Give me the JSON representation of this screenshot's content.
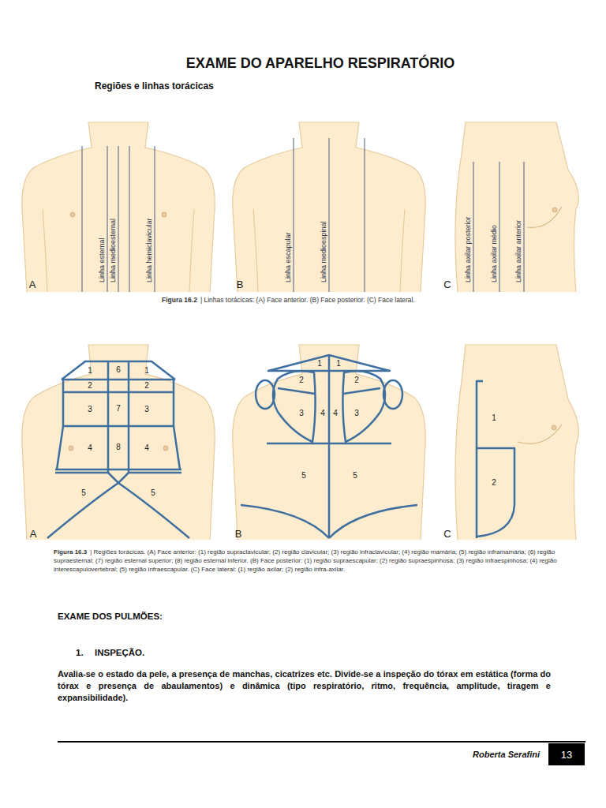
{
  "diagram": {
    "title": "EXAME DO APARELHO RESPIRATÓRIO",
    "nodes": [
      {
        "text": [
          "13"
        ]
      }
    ],
    "labels": [
      "Regiões e linhas torácicas",
      "Linha esternal",
      "Linha medioesternal",
      "Linha hemiclavicular",
      "A",
      "Linha escapular",
      "Linha medioespinal",
      "B",
      "Linha axilar posterior",
      "Linha axilar médio",
      "Linha axilar anterior",
      "C",
      "Figura 16.2",
      "| Linhas torácicas: (A) Face anterior. (B) Face posterior. (C) Face lateral.",
      "1",
      "6",
      "1",
      "2",
      "2",
      "3",
      "7",
      "3",
      "4",
      "8",
      "4",
      "5",
      "5",
      "A",
      "1",
      "1",
      "2",
      "2",
      "3",
      "4",
      "4",
      "3",
      "5",
      "5",
      "B",
      "1",
      "2",
      "C",
      "Figura 16.3",
      "| Regiões torácicas. (A) Face anterior: (1) região supraclavicular; (2) região clavicular; (3) região infraclavicular; (4) região mamária; (5) região inframamária; (6) região supraesternal; (7) região esternal superior; (8) região esternal inferior. (B) Face posterior: (1) região supraescapular; (2) região supraespinhosa; (3) região infraespinhosa; (4) região interescapulovertebral; (5) região infraescapular. (C) Face lateral: (1) região axilar; (2) região infra-axilar.",
      "EXAME DOS PULMÕES:",
      "1.",
      "INSPEÇÃO.",
      "Avalia-se o estado da pele, a presença de manchas, cicatrizes etc. Divide-se a inspeção do tórax em estática (forma do tórax e presença de abaulamentos) e dinâmica (tipo respiratório, ritmo, frequência, amplitude, tiragem e expansibilidade).",
      "Roberta Serafini"
    ]
  }
}
